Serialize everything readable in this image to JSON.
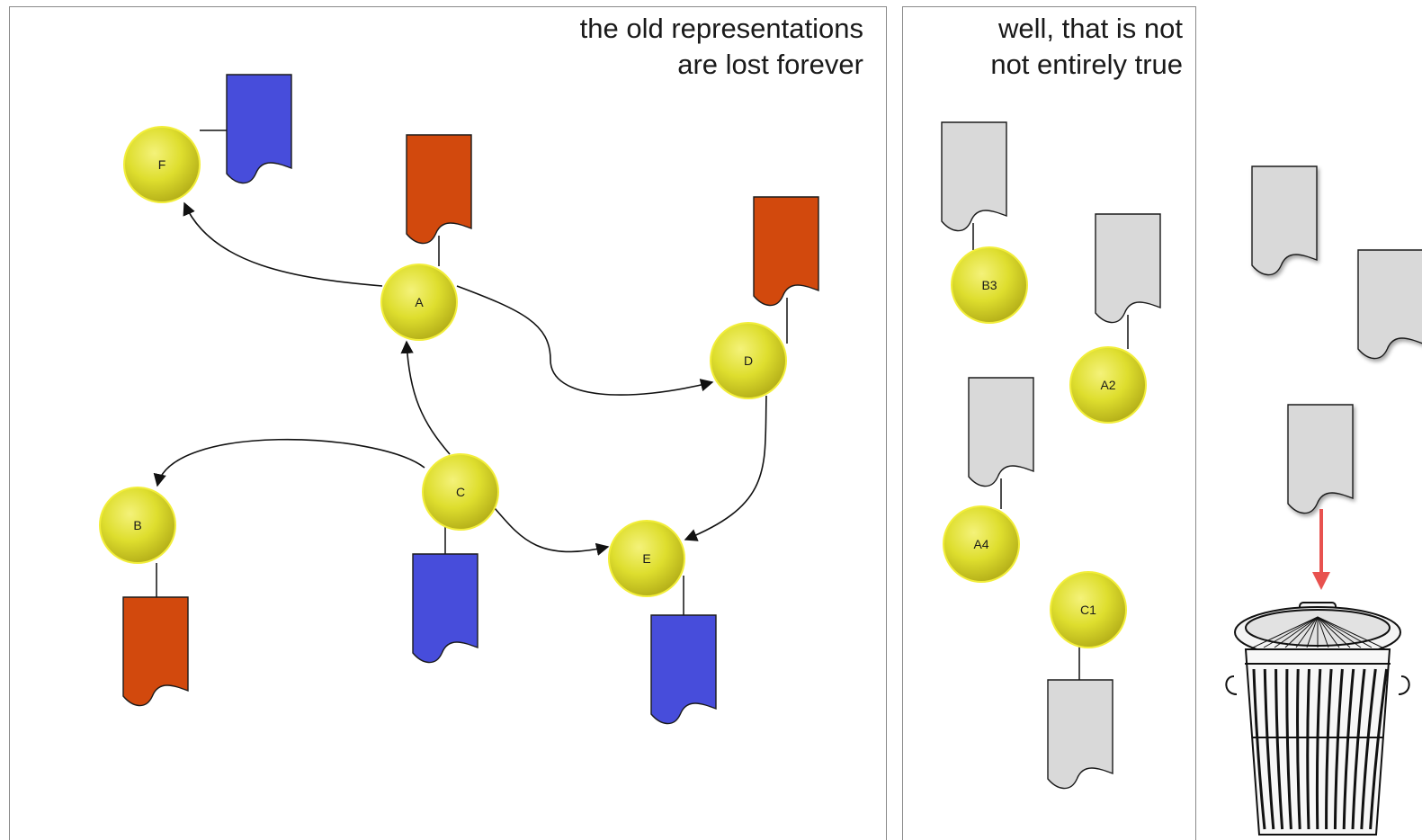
{
  "captions": {
    "left": [
      "the old representations",
      "are lost forever"
    ],
    "middle": [
      "well, that is not",
      "not entirely true"
    ]
  },
  "colors": {
    "node_fill": "#d9d92a",
    "node_border": "#f2ee3a",
    "doc_red": "#d2490d",
    "doc_blue": "#474ddb",
    "doc_gray": "#d9d9d9",
    "edge": "#111111",
    "discard_arrow": "#e8524f"
  },
  "left_panel": {
    "nodes": [
      "F",
      "A",
      "D",
      "C",
      "B",
      "E"
    ],
    "edges": [
      {
        "from": "A",
        "to": "F"
      },
      {
        "from": "A",
        "to": "D"
      },
      {
        "from": "C",
        "to": "A"
      },
      {
        "from": "C",
        "to": "B"
      },
      {
        "from": "C",
        "to": "E"
      },
      {
        "from": "D",
        "to": "E"
      }
    ],
    "documents": [
      {
        "node": "F",
        "color": "blue"
      },
      {
        "node": "A",
        "color": "red"
      },
      {
        "node": "D",
        "color": "red"
      },
      {
        "node": "B",
        "color": "red"
      },
      {
        "node": "C",
        "color": "blue"
      },
      {
        "node": "E",
        "color": "blue"
      }
    ]
  },
  "middle_panel": {
    "nodes": [
      "B3",
      "A2",
      "A4",
      "C1"
    ]
  },
  "right_area": {
    "loose_documents": 3,
    "icon": "trash-can-icon"
  }
}
